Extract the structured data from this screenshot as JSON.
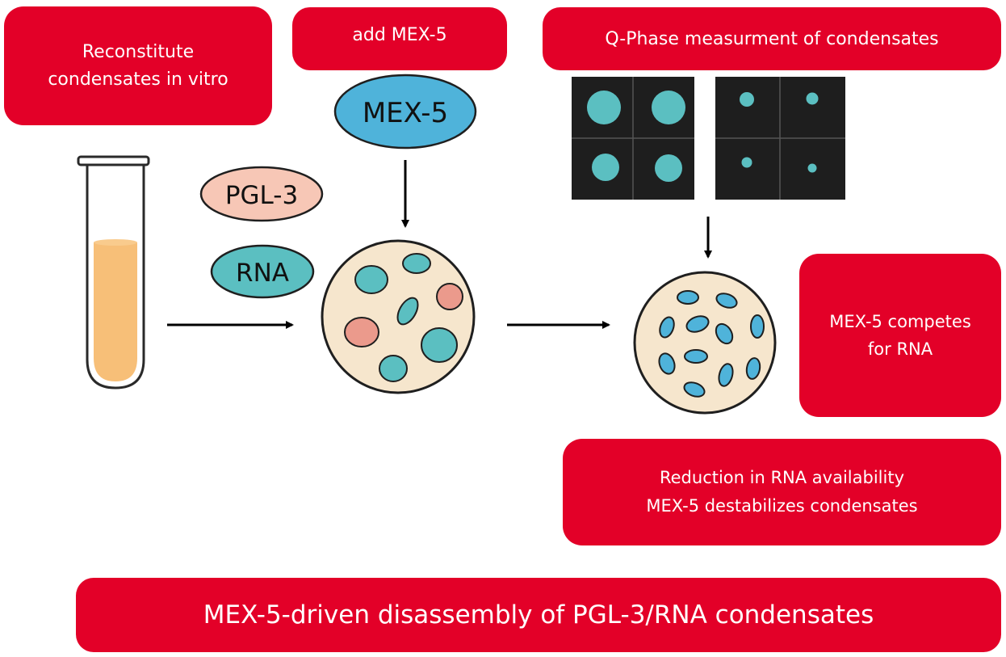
{
  "boxes": {
    "reconstitute": [
      "Reconstitute",
      "condensates in vitro"
    ],
    "add_mex5": "add MEX-5",
    "qphase": "Q-Phase measurment of condensates",
    "competes": [
      "MEX-5 competes",
      "for RNA"
    ],
    "reduction": [
      "Reduction in RNA availability",
      "MEX-5 destabilizes condensates"
    ],
    "bottom_title": "MEX-5-driven disassembly of PGL-3/RNA condensates"
  },
  "labels": {
    "mex5": "MEX-5",
    "pgl3": "PGL-3",
    "rna": "RNA"
  },
  "colors": {
    "box_red": "#e30028",
    "teal": "#5bbfc1",
    "blue": "#4fb3da",
    "pink": "#f2b5a3",
    "salmon_droplet": "#eb9a8c",
    "dish_fill": "#f6e6cd",
    "tube_liquid": "#f7bf78",
    "panel_bg": "#1e1e1e"
  },
  "icons": [
    "test-tube-icon",
    "arrow-icon",
    "droplet-dish-icon",
    "microscopy-panel-icon"
  ]
}
